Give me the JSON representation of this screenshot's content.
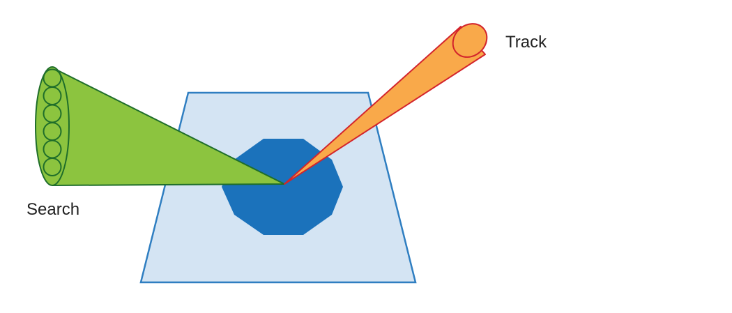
{
  "labels": {
    "search": "Search",
    "track": "Track"
  },
  "colors": {
    "background": "#ffffff",
    "ground_fill": "#d4e4f3",
    "ground_stroke": "#2f7ec1",
    "target_fill": "#1b72bb",
    "search_beam_fill": "#8cc43f",
    "search_beam_stroke": "#1f6e2a",
    "track_beam_fill": "#f9a94a",
    "track_beam_stroke": "#d3242c",
    "label_text": "#222222"
  },
  "search_beam": {
    "sub_beam_count": 6
  }
}
